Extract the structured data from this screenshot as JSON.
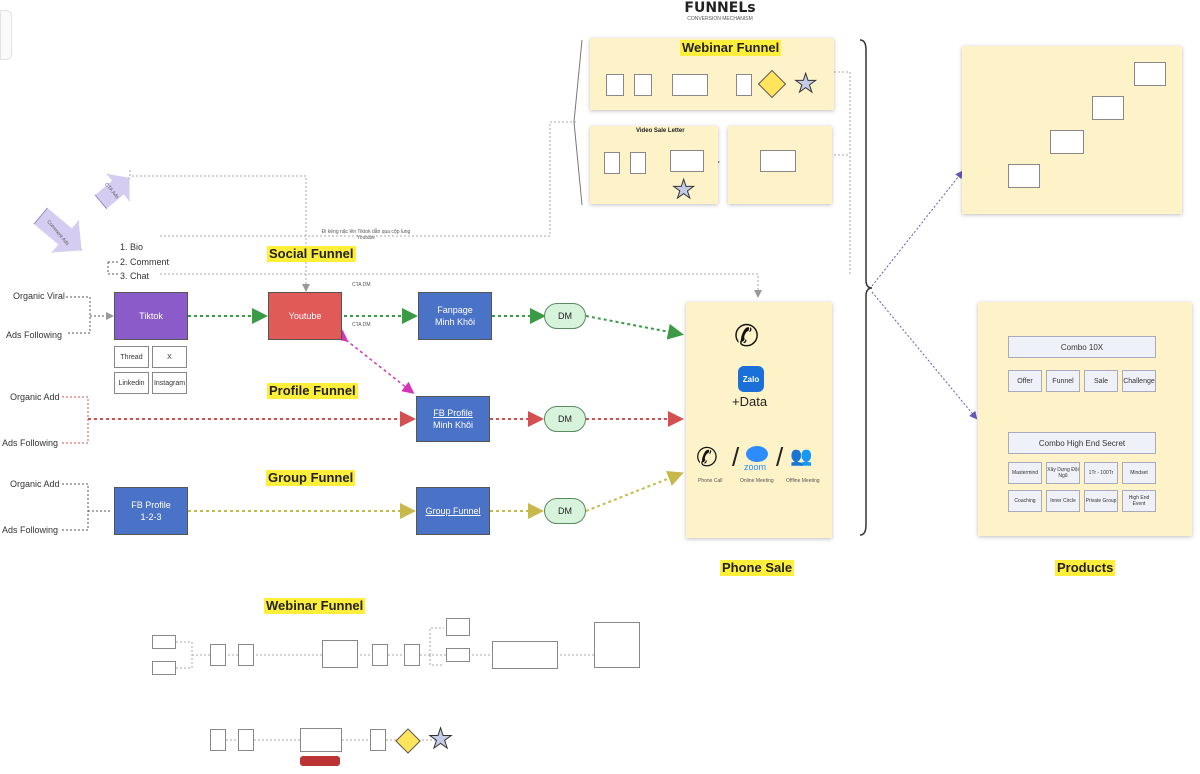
{
  "header": {
    "title": "FUNNELs",
    "subtitle": "CONVERSION MECHANISM"
  },
  "notes": {
    "cta": "CTA Ads",
    "comment_ads": "Comment Ads",
    "redirect_note": "Đi kèng nặc lên Tiktok dẫn qua cộp lung Youtube"
  },
  "cta_list": {
    "item1": "1. Bio",
    "item2": "2. Comment",
    "item3": "3. Chat"
  },
  "sections": {
    "social": "Social Funnel",
    "profile": "Profile Funnel",
    "group": "Group Funnel",
    "webinar_top": "Webinar Funnel",
    "webinar_bottom": "Webinar Funnel",
    "vsl": "Video Sale Letter",
    "phone_sale": "Phone Sale",
    "products": "Products"
  },
  "sources": {
    "organic_viral": "Organic Viral",
    "ads_following_1": "Ads Following",
    "organic_add_1": "Organic Add",
    "ads_following_2": "Ads Following",
    "organic_add_2": "Organic Add",
    "ads_following_3": "Ads Following"
  },
  "nodes": {
    "tiktok": "Tiktok",
    "thread": "Thread",
    "x": "X",
    "linkedin": "Linkedin",
    "instagram": "Instagram",
    "youtube": "Youtube",
    "fanpage_l1": "Fanpage",
    "fanpage_l2": "Minh Khôi",
    "fbprofile_l1": "FB Profile",
    "fbprofile_l2": "Minh Khôi",
    "fbprofile123_l1": "FB Profile",
    "fbprofile123_l2": "1-2-3",
    "group_funnel": "Group Funnel",
    "dm": "DM"
  },
  "phone": {
    "data": "+Data",
    "zalo": "Zalo",
    "zoom": "zoom",
    "phone_call": "Phone Call",
    "online_meeting": "Online Meeting",
    "offline_meeting": "Offline Meeting"
  },
  "products": {
    "combo10x": "Combo 10X",
    "offer": "Offer",
    "funnel": "Funnel",
    "sale": "Sale",
    "challenge": "Challenge",
    "combo_high": "Combo High End Secret",
    "r2_1": "Mastermind",
    "r2_2": "Xây Dựng Đội Ngũ",
    "r2_3": "1Tr - 100Tr",
    "r2_4": "Mindset",
    "r3_1": "Coaching",
    "r3_2": "Inner Circle",
    "r3_3": "Private Group",
    "r3_4": "High End Event"
  },
  "colors": {
    "tiktok": "#8b5cc9",
    "youtube": "#e05a57",
    "blue": "#4a72c6",
    "panel": "#fdf2c8",
    "highlight": "#ffef3a",
    "green_line": "#3a9a45",
    "red_line": "#d45050",
    "yellow_line": "#c8b84a",
    "pink_line": "#d633b8",
    "purple_line": "#6a58b8"
  }
}
